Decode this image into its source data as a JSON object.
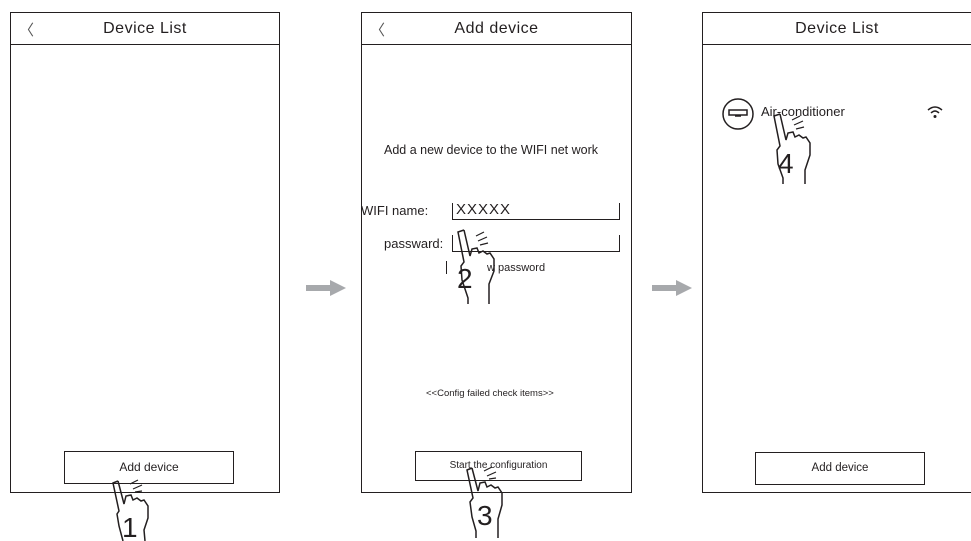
{
  "screen1": {
    "title": "Device List",
    "add_button": "Add device",
    "step_number": "1"
  },
  "screen2": {
    "title": "Add device",
    "instruction": "Add a new device to the WIFI net work",
    "wifi_label": "WIFI  name:",
    "wifi_value": "XXXXX",
    "password_label": "passward:",
    "show_password_label": "w password",
    "config_failed_link": "<<Config failed check items>>",
    "start_button": "Start the configuration",
    "step_number_password": "2",
    "step_number_start": "3"
  },
  "screen3": {
    "title": "Device List",
    "device_name": "Air-conditioner",
    "add_button": "Add device",
    "step_number": "4"
  },
  "icons": {
    "back": "chevron-left-icon",
    "arrow": "arrow-right-icon",
    "wifi": "wifi-icon",
    "device": "air-conditioner-icon",
    "hand": "pointing-hand-icon"
  },
  "colors": {
    "line": "#231f20",
    "arrow": "#a7a9ac"
  }
}
